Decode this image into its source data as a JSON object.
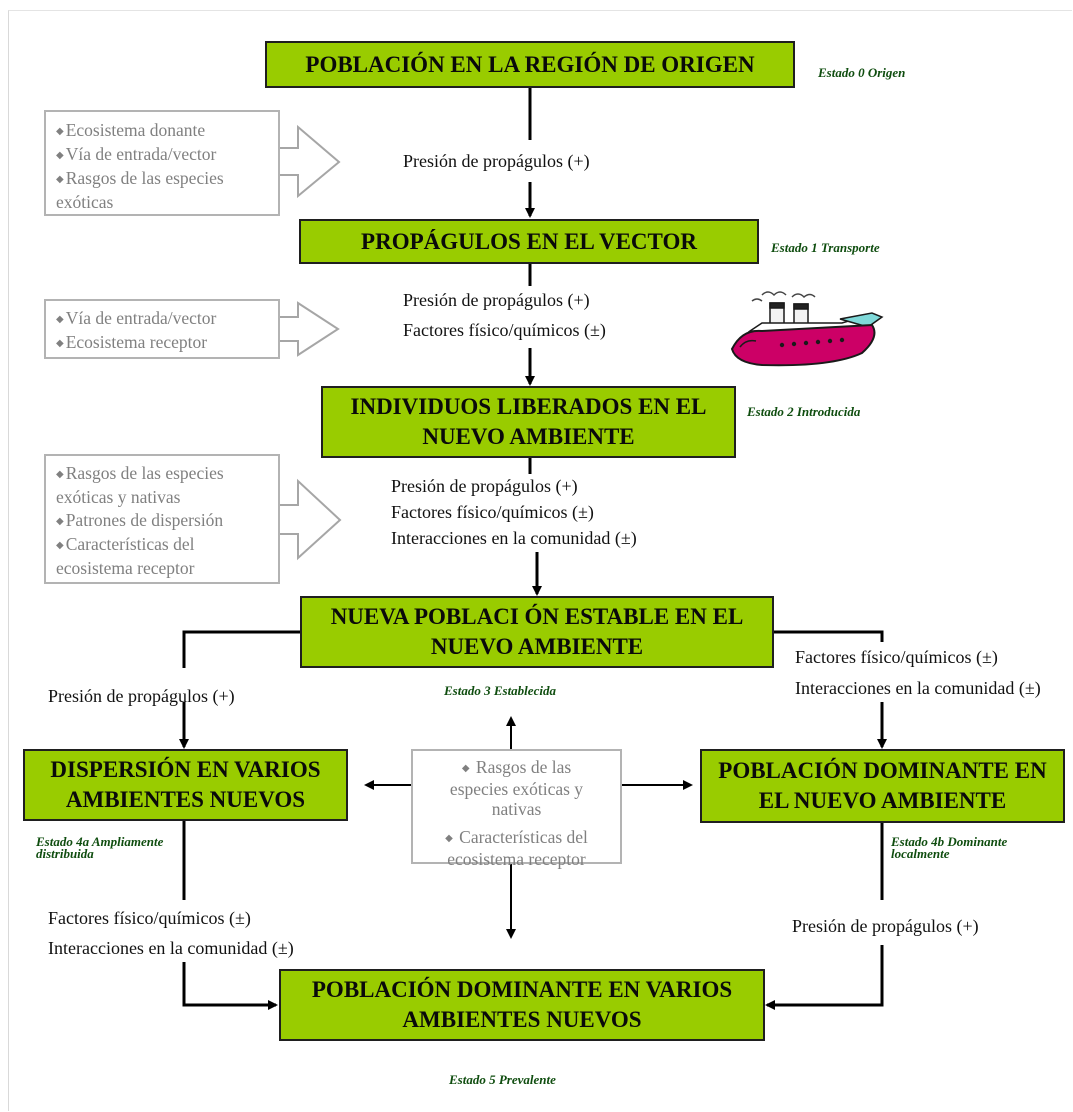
{
  "stages": [
    {
      "id": "s0",
      "title": "POBLACIÓN EN LA REGIÓN DE ORIGEN",
      "state": "Estado 0 Origen"
    },
    {
      "id": "s1",
      "title": "PROPÁGULOS EN EL VECTOR",
      "state": "Estado 1 Transporte"
    },
    {
      "id": "s2",
      "title_lines": [
        "INDIVIDUOS LIBERADOS EN EL",
        "NUEVO AMBIENTE"
      ],
      "state": "Estado 2 Introducida"
    },
    {
      "id": "s3",
      "title_lines": [
        "NUEVA POBLACI ÓN ESTABLE EN EL",
        "NUEVO AMBIENTE"
      ],
      "state": "Estado 3 Establecida"
    },
    {
      "id": "s4a",
      "title_lines": [
        "DISPERSIÓN EN VARIOS",
        "AMBIENTES NUEVOS"
      ],
      "state_lines": [
        "Estado 4a Ampliamente",
        "distribuida"
      ]
    },
    {
      "id": "s4b",
      "title_lines": [
        "POBLACIÓN DOMINANTE EN",
        "EL NUEVO AMBIENTE"
      ],
      "state_lines": [
        "Estado 4b Dominante",
        "localmente"
      ]
    },
    {
      "id": "s5",
      "title_lines": [
        "POBLACIÓN DOMINANTE EN VARIOS",
        "AMBIENTES NUEVOS"
      ],
      "state": "Estado 5 Prevalente"
    }
  ],
  "transitions": {
    "t01": [
      "Presión de propágulos (+)"
    ],
    "t12": [
      "Presión de propágulos (+)",
      "Factores físico/químicos (±)"
    ],
    "t23": [
      "Presión de propágulos (+)",
      "Factores físico/químicos (±)",
      "Interacciones en la comunidad (±)"
    ],
    "t3_4a": [
      "Presión de propágulos (+)"
    ],
    "t3_4b": [
      "Factores físico/químicos (±)",
      "Interacciones en la comunidad (±)"
    ],
    "t4a_5": [
      "Factores físico/químicos (±)",
      "Interacciones en la comunidad (±)"
    ],
    "t4b_5": [
      "Presión de propágulos (+)"
    ]
  },
  "factor_boxes": [
    {
      "id": "f1",
      "items": [
        "Ecosistema donante",
        "Vía de entrada/vector",
        "Rasgos de las especies",
        "exóticas"
      ]
    },
    {
      "id": "f2",
      "items": [
        "Vía de entrada/vector",
        "Ecosistema receptor"
      ]
    },
    {
      "id": "f3",
      "items": [
        "Rasgos de las especies",
        "exóticas y nativas",
        "Patrones de dispersión",
        "Características del",
        "ecosistema receptor"
      ]
    }
  ],
  "center_box": {
    "item1": [
      "Rasgos de las",
      "especies exóticas y",
      "nativas"
    ],
    "item2": [
      "Características del",
      "ecosistema receptor"
    ]
  },
  "colors": {
    "stage_fill": "#99cc00",
    "state_text": "#0f4d0f",
    "factor_text": "#808080",
    "ship_hull": "#cc0066"
  },
  "icons": [
    "ship-icon"
  ]
}
